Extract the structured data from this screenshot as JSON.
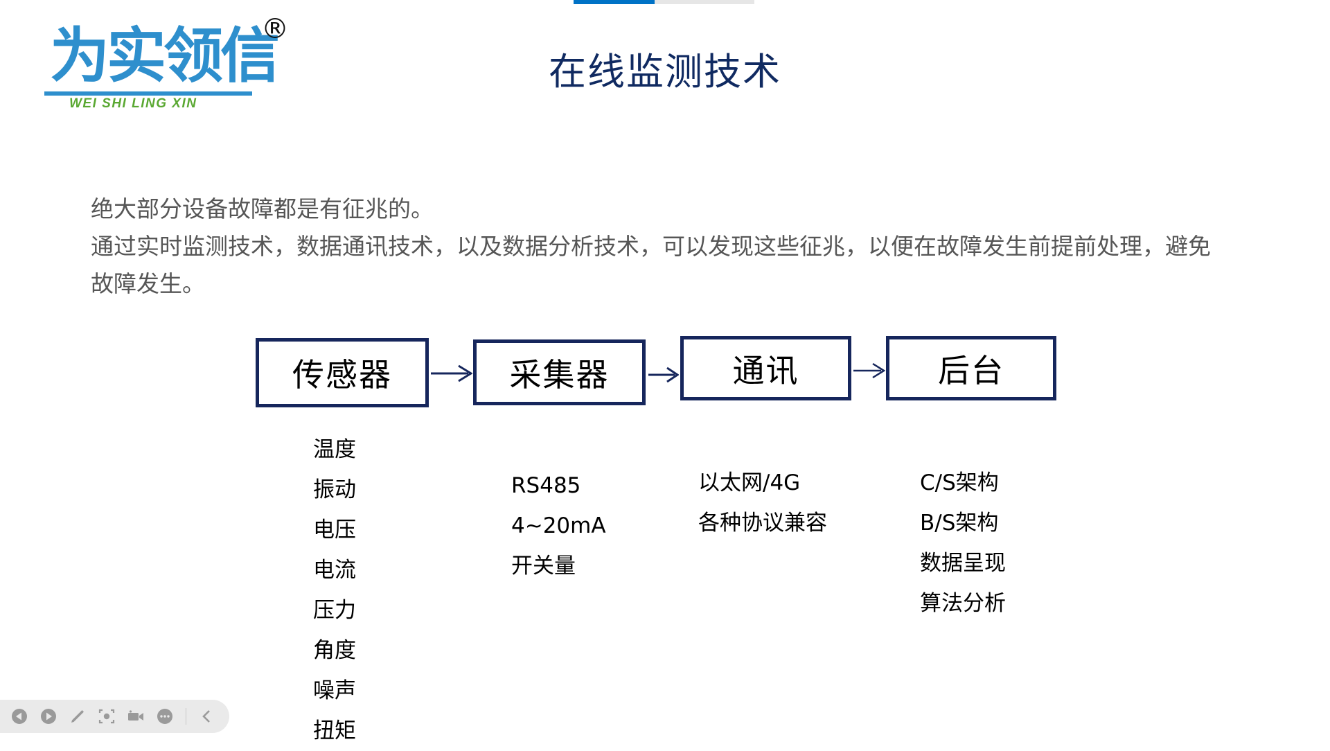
{
  "app": {
    "type": "presentation-slide-viewer",
    "progress_bar": {
      "name": "slide-progress",
      "percent": 45,
      "fill_color": "#0072c6",
      "track_color": "#e6e6e6"
    }
  },
  "brand": {
    "logo_text": "为实领信",
    "logo_pinyin": "WEI SHI LING XIN",
    "registered_mark": "®",
    "logo_color": "#2e8fcd",
    "pinyin_color": "#5aa832"
  },
  "slide": {
    "title": "在线监测技术",
    "title_color": "#102a61",
    "paragraphs": [
      "绝大部分设备故障都是有征兆的。",
      "通过实时监测技术，数据通讯技术，以及数据分析技术，可以发现这些征兆，以便在故障发生前提前处理，避免故障发生。"
    ],
    "body_color": "#565656"
  },
  "flow": {
    "border_color": "#16265c",
    "arrow_color": "#16265c",
    "steps": [
      {
        "label": "传感器"
      },
      {
        "label": "采集器"
      },
      {
        "label": "通讯"
      },
      {
        "label": "后台"
      }
    ],
    "arrows": [
      "→",
      "→",
      "→"
    ]
  },
  "details": {
    "columns": [
      {
        "for_step": "传感器",
        "items": [
          "温度",
          "振动",
          "电压",
          "电流",
          "压力",
          "角度",
          "噪声",
          "扭矩"
        ]
      },
      {
        "for_step": "采集器",
        "items": [
          "RS485",
          "4~20mA",
          "开关量"
        ]
      },
      {
        "for_step": "通讯",
        "items": [
          "以太网/4G",
          "各种协议兼容"
        ]
      },
      {
        "for_step": "后台",
        "items": [
          "C/S架构",
          "B/S架构",
          "数据呈现",
          "算法分析"
        ]
      }
    ]
  },
  "toolbar": {
    "background": "#eaeaea",
    "icon_color": "#9a9a9a",
    "buttons": [
      {
        "name": "previous-slide-icon",
        "glyph": "◀"
      },
      {
        "name": "next-slide-icon",
        "glyph": "▶"
      },
      {
        "name": "pen-icon",
        "glyph": "✏"
      },
      {
        "name": "spotlight-icon",
        "glyph": "⊙"
      },
      {
        "name": "record-video-icon",
        "glyph": "🎥"
      },
      {
        "name": "more-options-icon",
        "glyph": "⋯"
      },
      {
        "name": "collapse-toolbar-icon",
        "glyph": "‹"
      }
    ]
  }
}
